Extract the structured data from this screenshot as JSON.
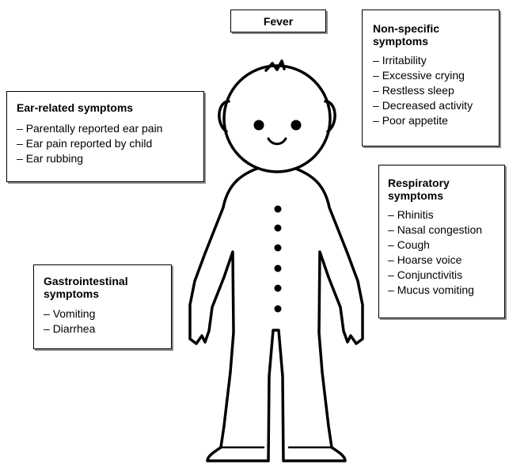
{
  "diagram": {
    "fever": {
      "title": "Fever"
    },
    "nonspecific": {
      "title": "Non-specific symptoms",
      "items": [
        "Irritability",
        "Excessive crying",
        "Restless sleep",
        "Decreased activity",
        "Poor appetite"
      ]
    },
    "ear": {
      "title": "Ear-related symptoms",
      "items": [
        "Parentally reported ear pain",
        "Ear pain reported by child",
        "Ear rubbing"
      ]
    },
    "respiratory": {
      "title": "Respiratory symptoms",
      "items": [
        "Rhinitis",
        "Nasal congestion",
        "Cough",
        "Hoarse voice",
        "Conjunctivitis",
        "Mucus vomiting"
      ]
    },
    "gastrointestinal": {
      "title": "Gastrointestinal symptoms",
      "items": [
        "Vomiting",
        "Diarrhea"
      ]
    }
  },
  "colors": {
    "line": "#000000",
    "box_shadow": "#8c8c8c",
    "background": "#ffffff"
  },
  "icons": {
    "child_figure": "child-in-onesie-illustration"
  }
}
